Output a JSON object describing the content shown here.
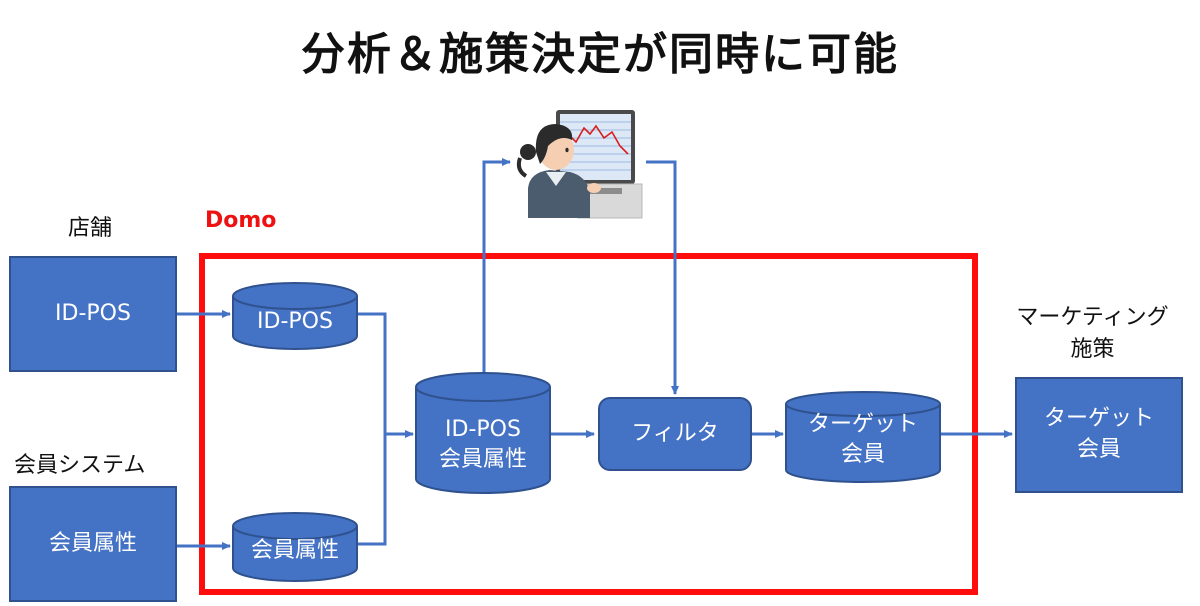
{
  "title": "分析＆施策決定が同時に可能",
  "labels": {
    "store": "店舗",
    "member_system": "会員システム",
    "domo": "Domo",
    "marketing_line1": "マーケティング",
    "marketing_line2": "施策"
  },
  "sources": {
    "id_pos": "ID-POS",
    "member_attr": "会員属性"
  },
  "domo_nodes": {
    "id_pos_db": "ID-POS",
    "member_attr_db": "会員属性",
    "merged_line1": "ID-POS",
    "merged_line2": "会員属性",
    "filter": "フィルタ",
    "target_line1": "ターゲット",
    "target_line2": "会員"
  },
  "output": {
    "line1": "ターゲット",
    "line2": "会員"
  },
  "colors": {
    "node_fill": "#4472c4",
    "node_border": "#2f528f",
    "frame": "#ff0d0d",
    "arrow": "#4472c4"
  },
  "icons": {
    "analyst": "person-at-computer-icon"
  }
}
